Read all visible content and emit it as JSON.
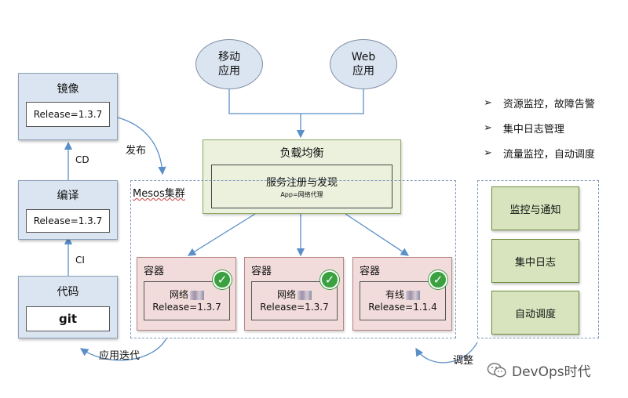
{
  "pipeline": {
    "image": {
      "title": "镜像",
      "release": "Release=1.3.7"
    },
    "compile": {
      "title": "编译",
      "release": "Release=1.3.7"
    },
    "code": {
      "title": "代码",
      "content": "git"
    },
    "cd_label": "CD",
    "ci_label": "CI",
    "publish_label": "发布",
    "iterate_label": "应用迭代"
  },
  "clients": {
    "mobile": {
      "line1": "移动",
      "line2": "应用"
    },
    "web": {
      "line1": "Web",
      "line2": "应用"
    }
  },
  "load_balancer": {
    "title": "负载均衡",
    "service_title": "服务注册与发现",
    "service_sub": "App=网络代理"
  },
  "cluster": {
    "label": "Mesos集群",
    "containers": [
      {
        "title": "容器",
        "name": "网络",
        "release": "Release=1.3.7"
      },
      {
        "title": "容器",
        "name": "网络",
        "release": "Release=1.3.7"
      },
      {
        "title": "容器",
        "name": "有线",
        "release": "Release=1.1.4"
      }
    ]
  },
  "ops": {
    "bullets": [
      "资源监控，故障告警",
      "集中日志管理",
      "流量监控，自动调度"
    ],
    "boxes": [
      "监控与通知",
      "集中日志",
      "自动调度"
    ],
    "adjust_label": "调整"
  },
  "watermark": "DevOps时代",
  "colors": {
    "arrow": "#5b8fc7",
    "check": "#3aa040"
  }
}
